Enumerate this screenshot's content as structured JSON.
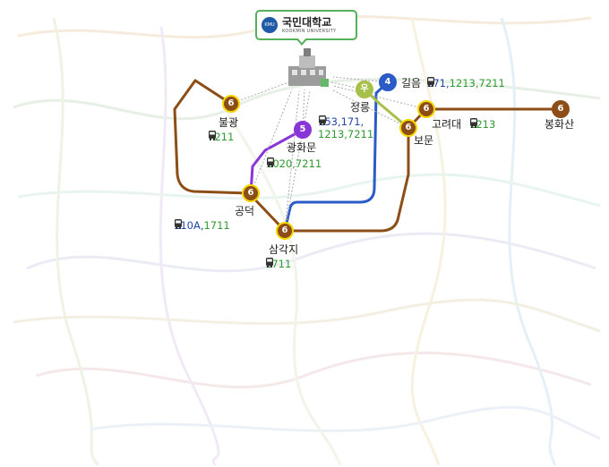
{
  "university": {
    "name": "국민대학교",
    "name_en": "KOOKMIN UNIVERSITY",
    "logo_text": "KMU"
  },
  "colors": {
    "line6": "#8c4e16",
    "line5": "#8a35d8",
    "line4": "#2a5bc7",
    "ui_line": "#a7c04a",
    "callout": "#56b05b"
  },
  "stations": {
    "bulgwang": {
      "line": "6",
      "name": "불광",
      "bus_blue": "",
      "bus_green": "7211"
    },
    "gwanghwamun": {
      "line": "5",
      "name": "광화문",
      "bus_blue": "",
      "bus_green": "1020,7211"
    },
    "gongdeok": {
      "line": "6",
      "name": "공덕",
      "bus_blue": "110A,",
      "bus_green": "1711"
    },
    "samgakji": {
      "line": "6",
      "name": "삼각지",
      "bus_blue": "",
      "bus_green": "1711"
    },
    "jeongneung": {
      "line": "우",
      "name": "정릉",
      "bus_blue": "153,171,",
      "bus_green": "1213,7211"
    },
    "gireum": {
      "line": "4",
      "name": "길음",
      "bus_blue": "171,",
      "bus_green": "1213,7211"
    },
    "korea_univ": {
      "line": "6",
      "name": "고려대",
      "bus_blue": "",
      "bus_green": "1213"
    },
    "bomun": {
      "line": "6",
      "name": "보문"
    },
    "bonghwasan": {
      "line": "6",
      "name": "봉화산"
    }
  }
}
